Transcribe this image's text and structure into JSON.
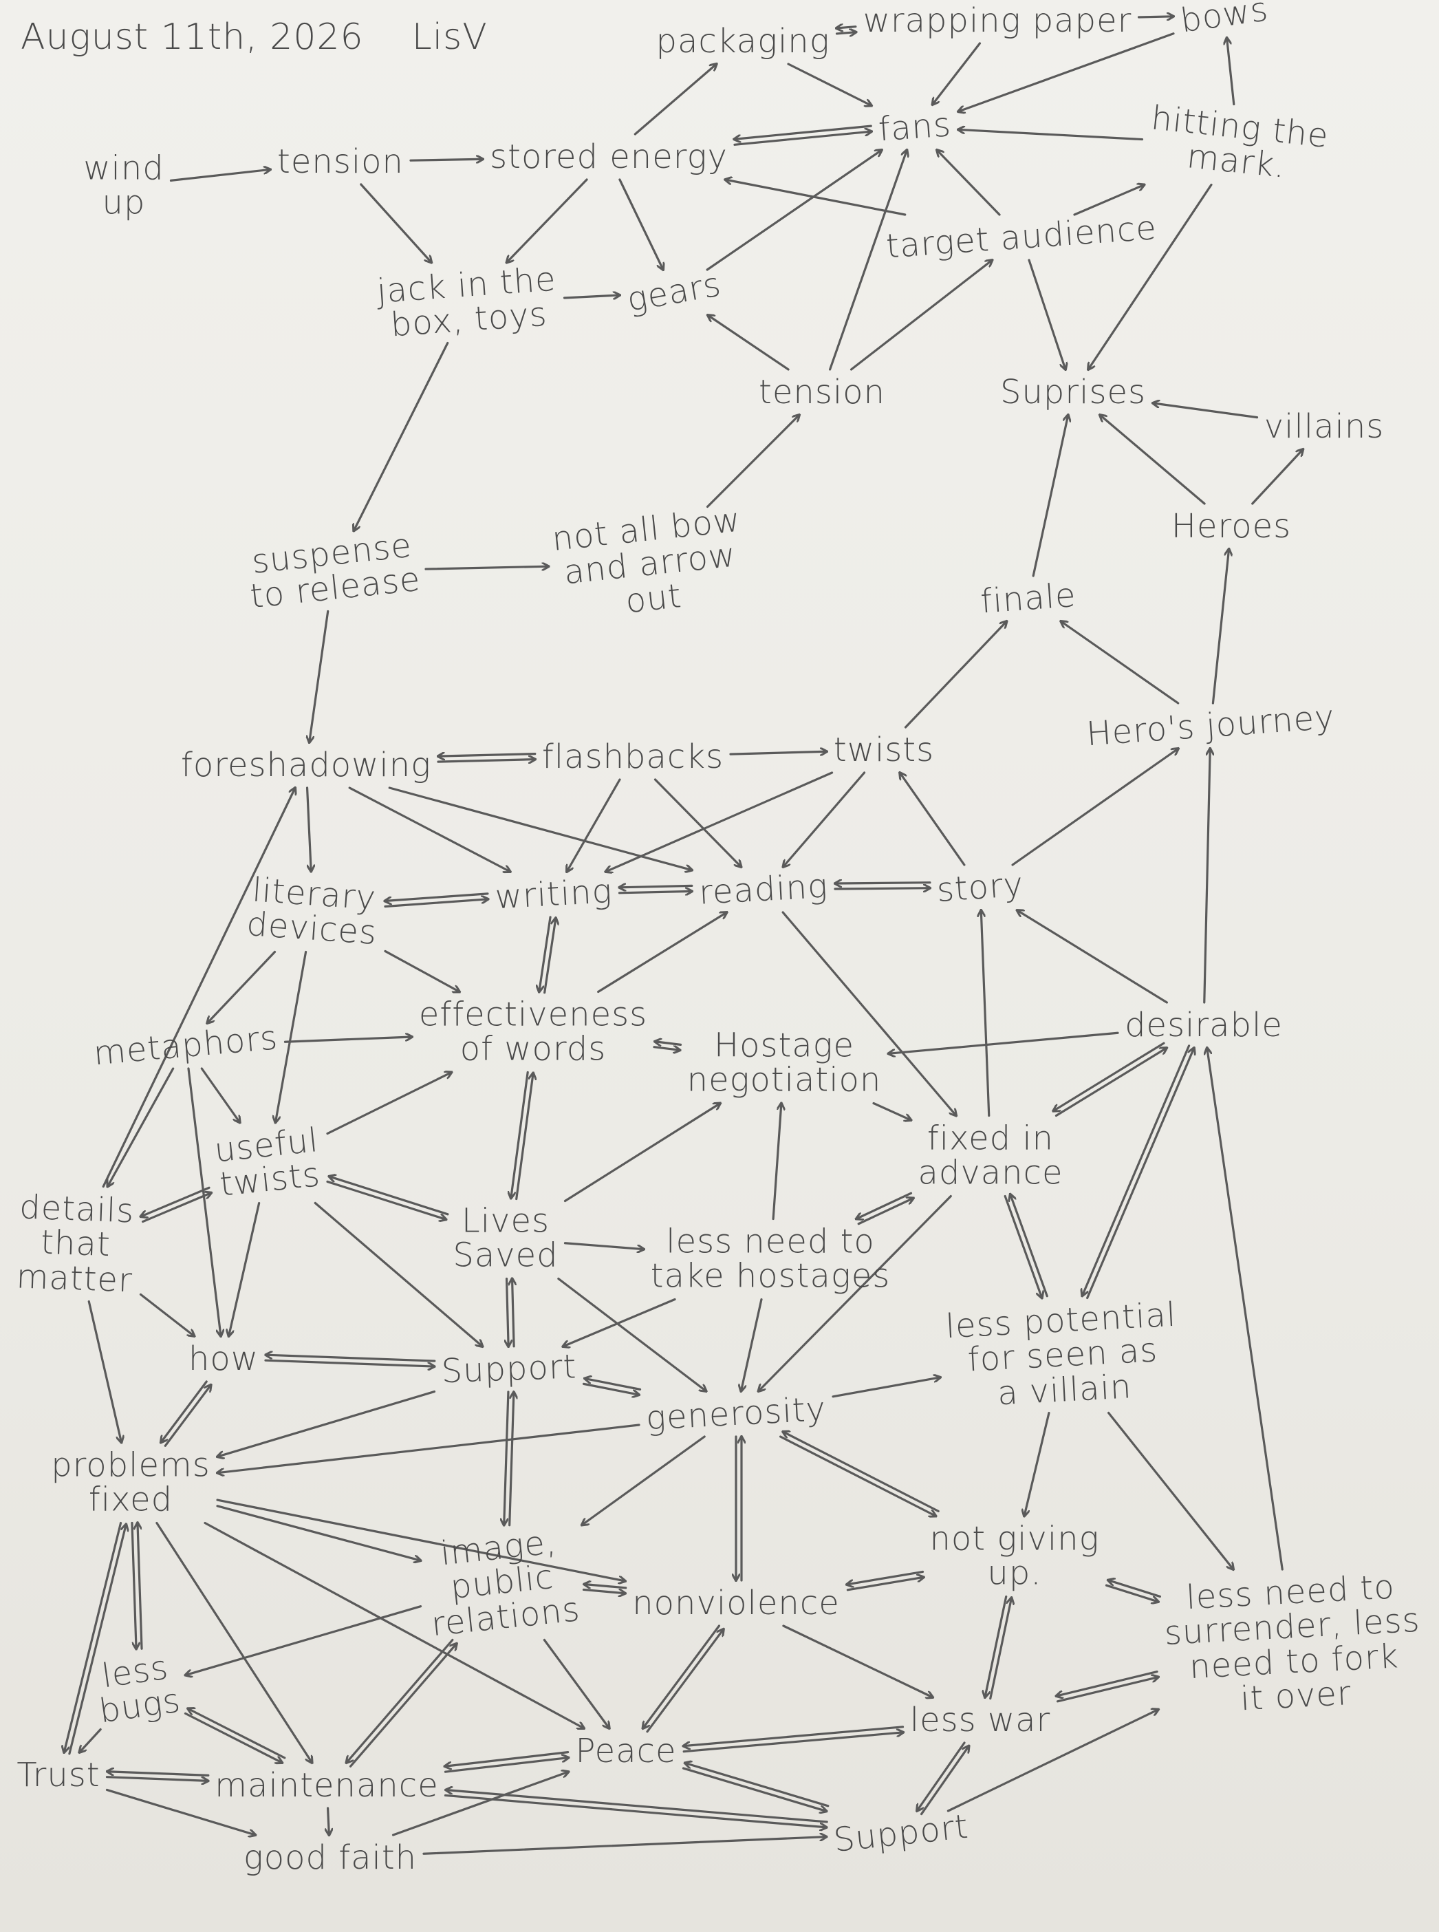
{
  "header": {
    "date": "August 11th, 2026",
    "author": "LisV"
  },
  "nodes": [
    {
      "id": "wind_up",
      "line1": "wind",
      "line2": "up"
    },
    {
      "id": "tension_top",
      "line1": "tension"
    },
    {
      "id": "stored_energy",
      "line1": "stored energy"
    },
    {
      "id": "packaging",
      "line1": "packaging"
    },
    {
      "id": "wrapping_paper",
      "line1": "wrapping paper"
    },
    {
      "id": "bows",
      "line1": "bows"
    },
    {
      "id": "fans",
      "line1": "fans"
    },
    {
      "id": "hitting_the_mark",
      "line1": "hitting the",
      "line2": "mark."
    },
    {
      "id": "jack_in_the_box",
      "line1": "jack in the",
      "line2": "box, toys"
    },
    {
      "id": "gears",
      "line1": "gears"
    },
    {
      "id": "target_audience",
      "line1": "target audience"
    },
    {
      "id": "tension_mid",
      "line1": "tension"
    },
    {
      "id": "suprises",
      "line1": "Suprises"
    },
    {
      "id": "villains",
      "line1": "villains"
    },
    {
      "id": "heroes",
      "line1": "Heroes"
    },
    {
      "id": "suspense",
      "line1": "suspense",
      "line2": "to release"
    },
    {
      "id": "bow_arrow",
      "line1": "not all bow",
      "line2": "and arrow",
      "line3": "out"
    },
    {
      "id": "finale",
      "line1": "finale"
    },
    {
      "id": "foreshadowing",
      "line1": "foreshadowing"
    },
    {
      "id": "flashbacks",
      "line1": "flashbacks"
    },
    {
      "id": "twists",
      "line1": "twists"
    },
    {
      "id": "heros_journey",
      "line1": "Hero's journey"
    },
    {
      "id": "literary_devices",
      "line1": "literary",
      "line2": "devices"
    },
    {
      "id": "writing",
      "line1": "writing"
    },
    {
      "id": "reading",
      "line1": "reading"
    },
    {
      "id": "story",
      "line1": "story"
    },
    {
      "id": "effectiveness",
      "line1": "effectiveness",
      "line2": "of words"
    },
    {
      "id": "hostage_negotiation",
      "line1": "Hostage",
      "line2": "negotiation"
    },
    {
      "id": "desirable",
      "line1": "desirable"
    },
    {
      "id": "metaphors",
      "line1": "metaphors"
    },
    {
      "id": "useful_twists",
      "line1": "useful",
      "line2": "twists"
    },
    {
      "id": "details",
      "line1": "details",
      "line2": "that",
      "line3": "matter"
    },
    {
      "id": "lives_saved",
      "line1": "Lives",
      "line2": "Saved"
    },
    {
      "id": "less_hostages",
      "line1": "less need to",
      "line2": "take hostages"
    },
    {
      "id": "fixed_in_advance",
      "line1": "fixed in",
      "line2": "advance"
    },
    {
      "id": "less_potential",
      "line1": "less potential",
      "line2": "for seen as",
      "line3": "a villain"
    },
    {
      "id": "how",
      "line1": "how"
    },
    {
      "id": "support_mid",
      "line1": "Support"
    },
    {
      "id": "generosity",
      "line1": "generosity"
    },
    {
      "id": "problems_fixed",
      "line1": "problems",
      "line2": "fixed"
    },
    {
      "id": "image_pr",
      "line1": "image,",
      "line2": "public",
      "line3": "relations"
    },
    {
      "id": "nonviolence",
      "line1": "nonviolence"
    },
    {
      "id": "not_giving_up",
      "line1": "not giving",
      "line2": "up."
    },
    {
      "id": "less_surrender",
      "line1": "less need to",
      "line2": "surrender, less",
      "line3": "need to fork",
      "line4": "it over"
    },
    {
      "id": "less_bugs",
      "line1": "less",
      "line2": "bugs"
    },
    {
      "id": "trust",
      "line1": "Trust"
    },
    {
      "id": "maintenance",
      "line1": "maintenance"
    },
    {
      "id": "peace",
      "line1": "Peace"
    },
    {
      "id": "less_war",
      "line1": "less war"
    },
    {
      "id": "good_faith",
      "line1": "good faith"
    },
    {
      "id": "support_bottom",
      "line1": "Support"
    }
  ],
  "edges": [
    [
      "wind_up",
      "tension_top"
    ],
    [
      "tension_top",
      "stored_energy"
    ],
    [
      "tension_top",
      "jack_in_the_box"
    ],
    [
      "stored_energy",
      "packaging"
    ],
    [
      "stored_energy",
      "jack_in_the_box"
    ],
    [
      "stored_energy",
      "gears"
    ],
    [
      "stored_energy",
      "fans"
    ],
    [
      "fans",
      "stored_energy"
    ],
    [
      "packaging",
      "wrapping_paper"
    ],
    [
      "wrapping_paper",
      "packaging"
    ],
    [
      "wrapping_paper",
      "bows"
    ],
    [
      "bows",
      "fans"
    ],
    [
      "wrapping_paper",
      "fans"
    ],
    [
      "packaging",
      "fans"
    ],
    [
      "hitting_the_mark",
      "bows"
    ],
    [
      "hitting_the_mark",
      "fans"
    ],
    [
      "target_audience",
      "hitting_the_mark"
    ],
    [
      "target_audience",
      "fans"
    ],
    [
      "target_audience",
      "stored_energy"
    ],
    [
      "target_audience",
      "suprises"
    ],
    [
      "hitting_the_mark",
      "suprises"
    ],
    [
      "jack_in_the_box",
      "gears"
    ],
    [
      "gears",
      "fans"
    ],
    [
      "tension_mid",
      "gears"
    ],
    [
      "tension_mid",
      "fans"
    ],
    [
      "tension_mid",
      "target_audience"
    ],
    [
      "jack_in_the_box",
      "suspense"
    ],
    [
      "suspense",
      "bow_arrow"
    ],
    [
      "bow_arrow",
      "tension_mid"
    ],
    [
      "suspense",
      "foreshadowing"
    ],
    [
      "villains",
      "suprises"
    ],
    [
      "heroes",
      "suprises"
    ],
    [
      "heroes",
      "villains"
    ],
    [
      "finale",
      "suprises"
    ],
    [
      "heros_journey",
      "heroes"
    ],
    [
      "foreshadowing",
      "flashbacks"
    ],
    [
      "flashbacks",
      "foreshadowing"
    ],
    [
      "flashbacks",
      "twists"
    ],
    [
      "twists",
      "finale"
    ],
    [
      "heros_journey",
      "finale"
    ],
    [
      "foreshadowing",
      "literary_devices"
    ],
    [
      "foreshadowing",
      "writing"
    ],
    [
      "foreshadowing",
      "reading"
    ],
    [
      "flashbacks",
      "writing"
    ],
    [
      "flashbacks",
      "reading"
    ],
    [
      "twists",
      "writing"
    ],
    [
      "twists",
      "reading"
    ],
    [
      "story",
      "twists"
    ],
    [
      "story",
      "heros_journey"
    ],
    [
      "literary_devices",
      "writing"
    ],
    [
      "writing",
      "literary_devices"
    ],
    [
      "writing",
      "reading"
    ],
    [
      "reading",
      "writing"
    ],
    [
      "reading",
      "story"
    ],
    [
      "story",
      "reading"
    ],
    [
      "writing",
      "effectiveness"
    ],
    [
      "effectiveness",
      "writing"
    ],
    [
      "effectiveness",
      "reading"
    ],
    [
      "literary_devices",
      "effectiveness"
    ],
    [
      "literary_devices",
      "metaphors"
    ],
    [
      "literary_devices",
      "useful_twists"
    ],
    [
      "effectiveness",
      "hostage_negotiation"
    ],
    [
      "hostage_negotiation",
      "effectiveness"
    ],
    [
      "desirable",
      "hostage_negotiation"
    ],
    [
      "desirable",
      "story"
    ],
    [
      "desirable",
      "heros_journey"
    ],
    [
      "metaphors",
      "effectiveness"
    ],
    [
      "metaphors",
      "useful_twists"
    ],
    [
      "metaphors",
      "details"
    ],
    [
      "metaphors",
      "how"
    ],
    [
      "useful_twists",
      "details"
    ],
    [
      "details",
      "useful_twists"
    ],
    [
      "useful_twists",
      "effectiveness"
    ],
    [
      "useful_twists",
      "lives_saved"
    ],
    [
      "lives_saved",
      "useful_twists"
    ],
    [
      "useful_twists",
      "how"
    ],
    [
      "useful_twists",
      "support_mid"
    ],
    [
      "details",
      "foreshadowing"
    ],
    [
      "details",
      "how"
    ],
    [
      "details",
      "problems_fixed"
    ],
    [
      "effectiveness",
      "lives_saved"
    ],
    [
      "lives_saved",
      "effectiveness"
    ],
    [
      "lives_saved",
      "hostage_negotiation"
    ],
    [
      "lives_saved",
      "less_hostages"
    ],
    [
      "lives_saved",
      "generosity"
    ],
    [
      "lives_saved",
      "support_mid"
    ],
    [
      "support_mid",
      "lives_saved"
    ],
    [
      "hostage_negotiation",
      "fixed_in_advance"
    ],
    [
      "fixed_in_advance",
      "less_hostages"
    ],
    [
      "less_hostages",
      "hostage_negotiation"
    ],
    [
      "less_hostages",
      "fixed_in_advance"
    ],
    [
      "less_hostages",
      "support_mid"
    ],
    [
      "less_hostages",
      "generosity"
    ],
    [
      "reading",
      "fixed_in_advance"
    ],
    [
      "fixed_in_advance",
      "story"
    ],
    [
      "fixed_in_advance",
      "desirable"
    ],
    [
      "desirable",
      "fixed_in_advance"
    ],
    [
      "fixed_in_advance",
      "less_potential"
    ],
    [
      "less_potential",
      "fixed_in_advance"
    ],
    [
      "less_potential",
      "desirable"
    ],
    [
      "desirable",
      "less_potential"
    ],
    [
      "fixed_in_advance",
      "generosity"
    ],
    [
      "generosity",
      "less_potential"
    ],
    [
      "less_potential",
      "not_giving_up"
    ],
    [
      "less_potential",
      "less_surrender"
    ],
    [
      "less_surrender",
      "desirable"
    ],
    [
      "how",
      "support_mid"
    ],
    [
      "support_mid",
      "how"
    ],
    [
      "how",
      "problems_fixed"
    ],
    [
      "problems_fixed",
      "how"
    ],
    [
      "support_mid",
      "generosity"
    ],
    [
      "generosity",
      "support_mid"
    ],
    [
      "support_mid",
      "problems_fixed"
    ],
    [
      "support_mid",
      "image_pr"
    ],
    [
      "image_pr",
      "support_mid"
    ],
    [
      "generosity",
      "problems_fixed"
    ],
    [
      "generosity",
      "image_pr"
    ],
    [
      "generosity",
      "nonviolence"
    ],
    [
      "nonviolence",
      "generosity"
    ],
    [
      "generosity",
      "not_giving_up"
    ],
    [
      "not_giving_up",
      "generosity"
    ],
    [
      "problems_fixed",
      "image_pr"
    ],
    [
      "problems_fixed",
      "less_bugs"
    ],
    [
      "less_bugs",
      "problems_fixed"
    ],
    [
      "problems_fixed",
      "maintenance"
    ],
    [
      "problems_fixed",
      "trust"
    ],
    [
      "trust",
      "problems_fixed"
    ],
    [
      "problems_fixed",
      "peace"
    ],
    [
      "image_pr",
      "nonviolence"
    ],
    [
      "nonviolence",
      "image_pr"
    ],
    [
      "image_pr",
      "less_bugs"
    ],
    [
      "image_pr",
      "peace"
    ],
    [
      "image_pr",
      "maintenance"
    ],
    [
      "maintenance",
      "image_pr"
    ],
    [
      "nonviolence",
      "peace"
    ],
    [
      "peace",
      "nonviolence"
    ],
    [
      "not_giving_up",
      "nonviolence"
    ],
    [
      "nonviolence",
      "not_giving_up"
    ],
    [
      "not_giving_up",
      "less_war"
    ],
    [
      "less_war",
      "not_giving_up"
    ],
    [
      "not_giving_up",
      "less_surrender"
    ],
    [
      "less_surrender",
      "not_giving_up"
    ],
    [
      "nonviolence",
      "less_war"
    ],
    [
      "less_war",
      "peace"
    ],
    [
      "peace",
      "less_war"
    ],
    [
      "less_war",
      "less_surrender"
    ],
    [
      "less_surrender",
      "less_war"
    ],
    [
      "less_war",
      "support_bottom"
    ],
    [
      "support_bottom",
      "less_war"
    ],
    [
      "support_bottom",
      "less_surrender"
    ],
    [
      "less_bugs",
      "maintenance"
    ],
    [
      "maintenance",
      "less_bugs"
    ],
    [
      "less_bugs",
      "trust"
    ],
    [
      "trust",
      "maintenance"
    ],
    [
      "maintenance",
      "trust"
    ],
    [
      "trust",
      "good_faith"
    ],
    [
      "maintenance",
      "good_faith"
    ],
    [
      "maintenance",
      "peace"
    ],
    [
      "peace",
      "maintenance"
    ],
    [
      "good_faith",
      "peace"
    ],
    [
      "good_faith",
      "support_bottom"
    ],
    [
      "maintenance",
      "support_bottom"
    ],
    [
      "support_bottom",
      "maintenance"
    ],
    [
      "peace",
      "support_bottom"
    ],
    [
      "support_bottom",
      "peace"
    ],
    [
      "problems_fixed",
      "nonviolence"
    ]
  ]
}
